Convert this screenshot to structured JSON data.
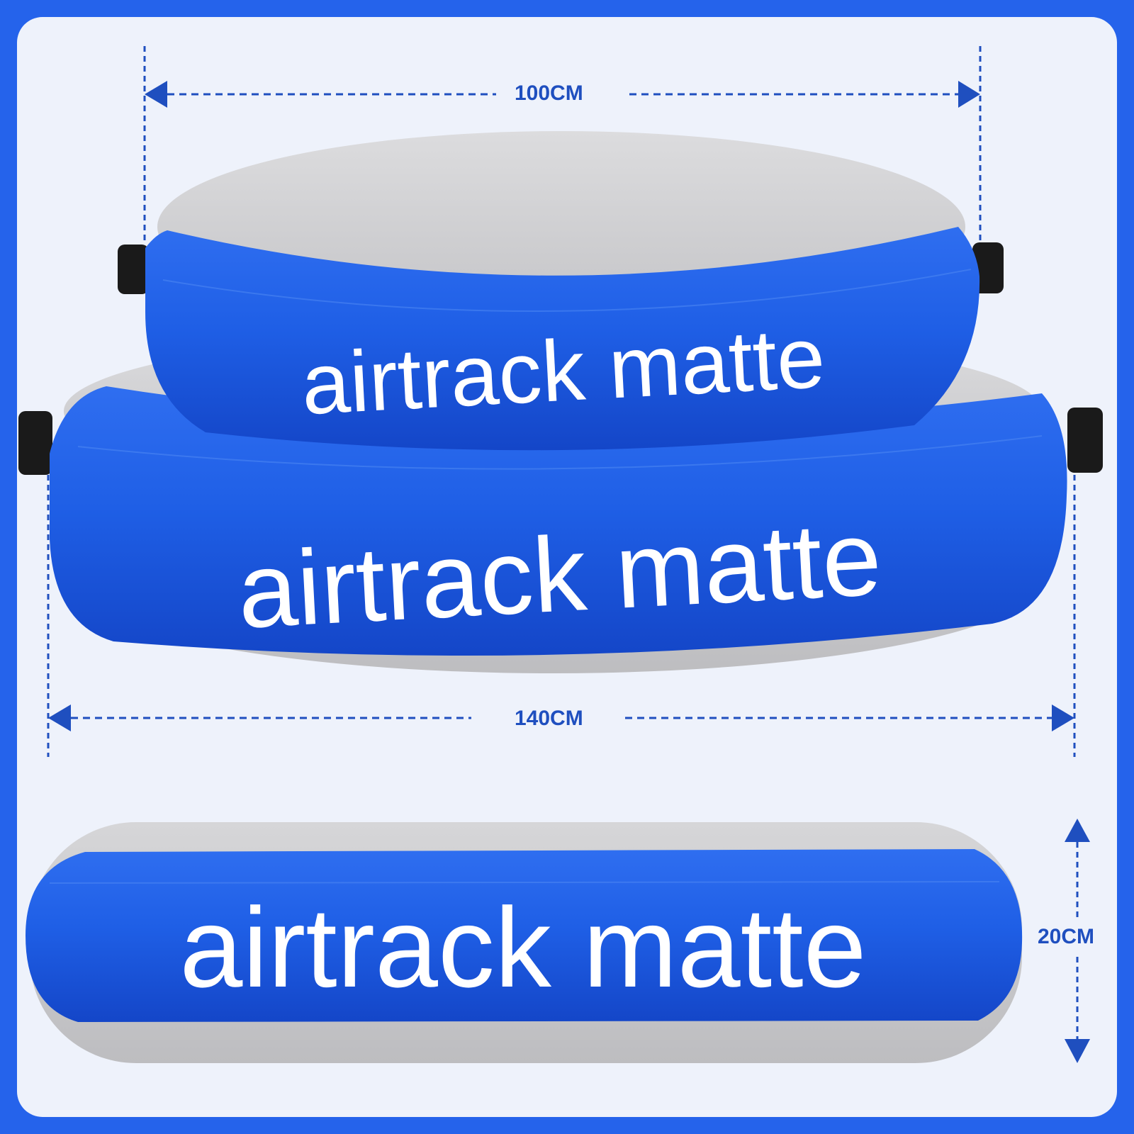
{
  "dimensions": {
    "top_width": "100CM",
    "bottom_width": "140CM",
    "height": "20CM"
  },
  "products": {
    "small_mat_label": "airtrack matte",
    "large_mat_label": "airtrack matte",
    "side_mat_label": "airtrack matte"
  },
  "colors": {
    "background": "#2563eb",
    "panel": "#eef2fb",
    "mat_blue": "#1e5fe0",
    "mat_grey": "#cfcfd2",
    "dimension_lines": "#1f4fbf"
  }
}
